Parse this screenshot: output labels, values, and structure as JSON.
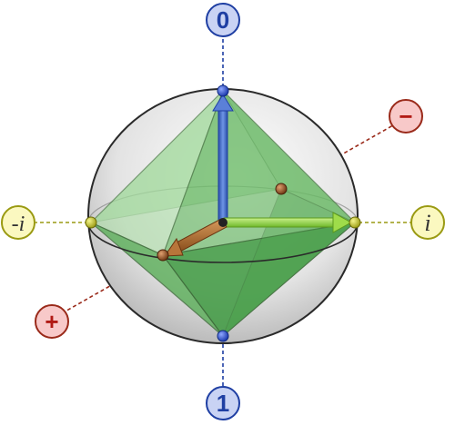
{
  "labels": {
    "top": "0",
    "bottom": "1",
    "left": "-i",
    "right": "i",
    "plus": "+",
    "minus": "−"
  },
  "colors": {
    "z_axis": "#1f3fa3",
    "x_axis": "#9a9a12",
    "y_axis": "#9a2a1a",
    "octahedron": "#3f9e3f",
    "sphere": "#bdbdbd",
    "label_blue_fill": "#c9d3f4",
    "label_yellow_fill": "#fbf8c0",
    "label_red_fill": "#f8c9c9",
    "arrow_blue": "#3c66c8",
    "arrow_green": "#8ad13a",
    "arrow_brown": "#a8652a"
  }
}
